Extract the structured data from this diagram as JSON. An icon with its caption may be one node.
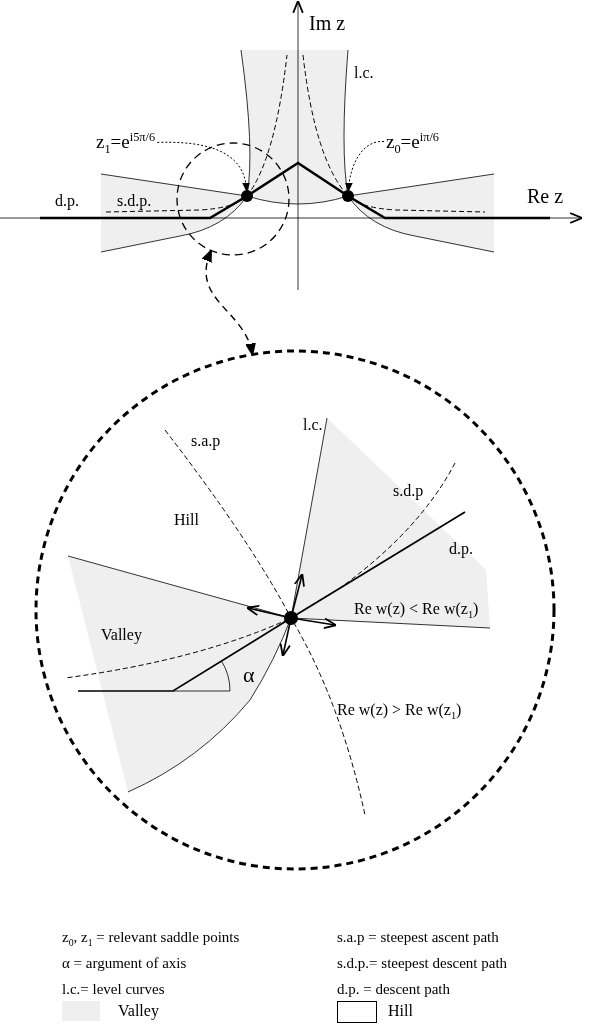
{
  "diagram": {
    "nodes": [
      {
        "text": [],
        "shape": "circle"
      },
      {
        "text": [],
        "shape": "circle"
      },
      {
        "text": [
          "z$_{1}$=e$^{i5π/6}$"
        ]
      },
      {
        "text": [
          "z$_{0}$=e$^{iπ/6}$"
        ]
      },
      {
        "text": [],
        "shape": "circle",
        "in": 0
      },
      {
        "text": [],
        "shape": "circle"
      }
    ],
    "edges": [
      {
        "from": 0,
        "to": 1,
        "arrow": "both",
        "style": "dashed"
      },
      {
        "from": 2,
        "to": 4,
        "arrow": "to",
        "style": "dashed"
      },
      {
        "from": 3,
        "to": 5,
        "arrow": "to",
        "style": "dashed"
      }
    ],
    "labels": [
      "Im z",
      "l.c.",
      "d.p.",
      "s.d.p.",
      "Re z",
      "l.c.",
      "s.a.p",
      "s.d.p",
      "Hill",
      "d.p.",
      "Re w(z) < Re w(z$_{1}$)",
      "Valley",
      "α",
      "Re w(z) > Re w(z$_{1}$)",
      "z$_{0}$, z$_{1}$ = relevant saddle points",
      "s.a.p = steepest ascent path",
      "α = argument of axis",
      "s.d.p.= steepest descent path",
      "l.c.= level curves",
      "d.p. = descent path"
    ],
    "legend": [
      {
        "text": "Valley",
        "color": "#efefef"
      },
      {
        "text": "Hill",
        "color": "#ffffff"
      }
    ]
  }
}
